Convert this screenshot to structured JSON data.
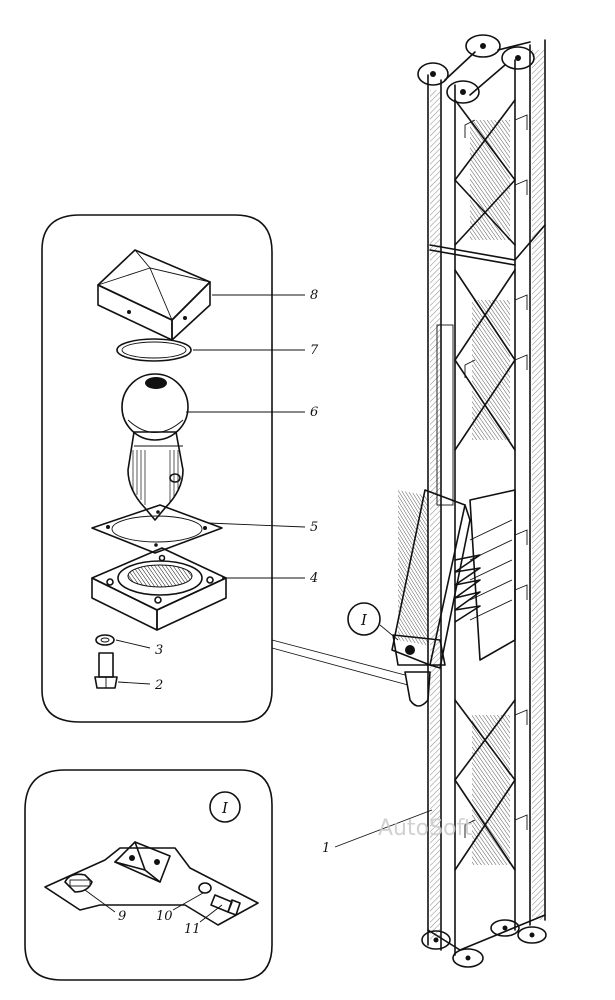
{
  "callouts": {
    "c1": "1",
    "c2": "2",
    "c3": "3",
    "c4": "4",
    "c5": "5",
    "c6": "6",
    "c7": "7",
    "c8": "8",
    "c9": "9",
    "c10": "10",
    "c11": "11"
  },
  "detail_marker": "I",
  "watermark": "AutoSoft"
}
